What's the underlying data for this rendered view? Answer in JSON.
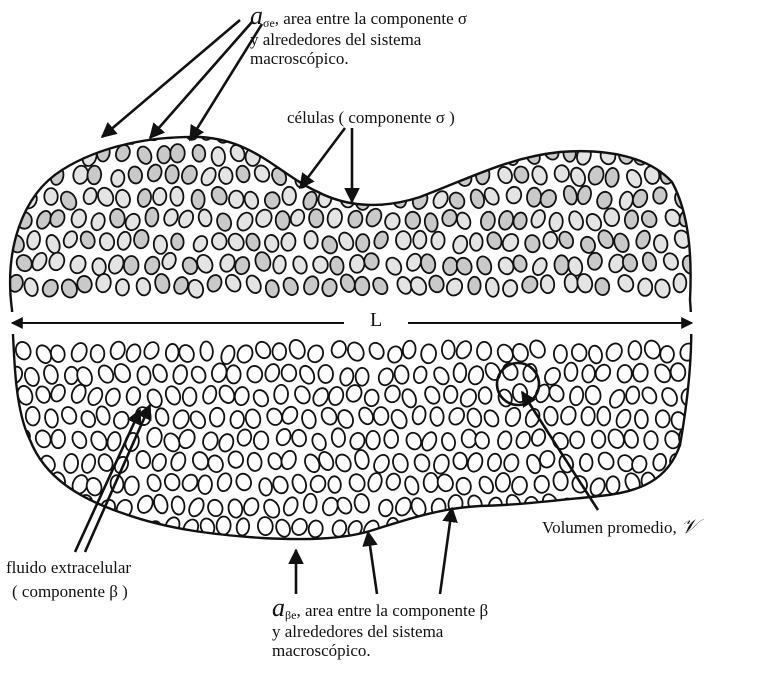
{
  "top_label": {
    "symbol": "a",
    "subscript": "σe",
    "line1": ", area entre la componente σ",
    "line2": "y alrededores del sistema",
    "line3": "macroscópico."
  },
  "cells_label": "células ( componente  σ )",
  "length_label": "L",
  "fluid_label": {
    "line1": "fluido extracelular",
    "line2": "( componente β )"
  },
  "volume_label": {
    "text": "Volumen promedio,",
    "symbol": "𝒱"
  },
  "bottom_label": {
    "symbol": "a",
    "subscript": "βe",
    "line1": ", area entre la componente β",
    "line2": "y alrededores del sistema",
    "line3": "macroscópico."
  }
}
